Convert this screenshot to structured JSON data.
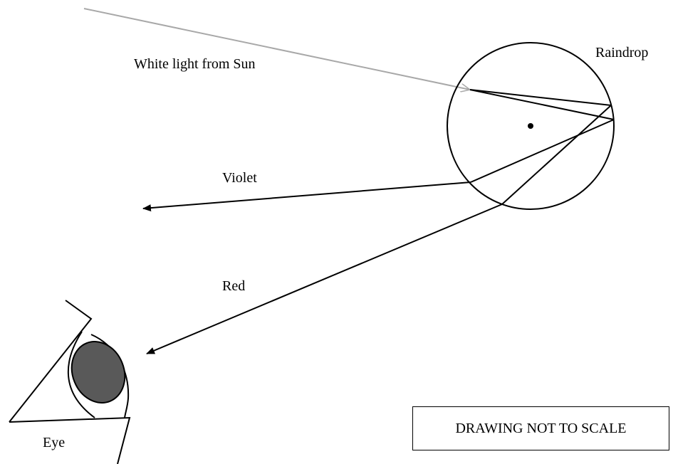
{
  "labels": {
    "sunlight": "White light from Sun",
    "raindrop": "Raindrop",
    "violet": "Violet",
    "red": "Red",
    "eye": "Eye",
    "note": "DRAWING NOT TO SCALE"
  },
  "colors": {
    "incoming_ray": "#a8a8a8",
    "lines": "#000000",
    "pupil": "#595959"
  }
}
